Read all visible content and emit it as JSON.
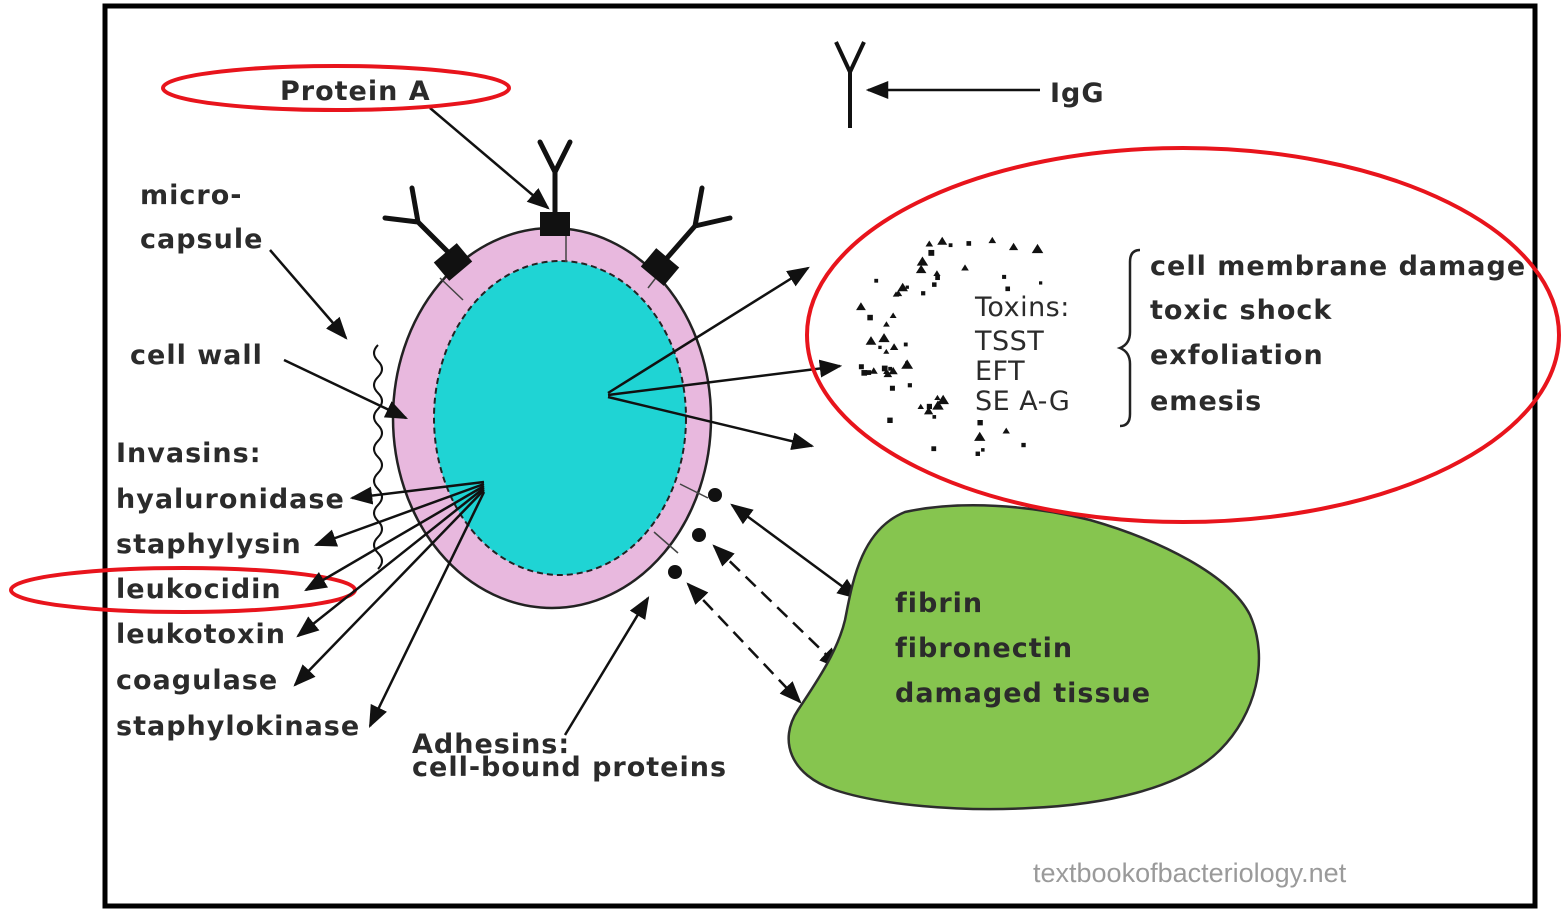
{
  "labels": {
    "protein_a": "Protein A",
    "igg": "IgG",
    "microcapsule_line1": "micro-",
    "microcapsule_line2": "capsule",
    "cell_wall": "cell wall",
    "invasins_heading": "Invasins:",
    "invasins": [
      "hyaluronidase",
      "staphylysin",
      "leukocidin",
      "leukotoxin",
      "coagulase",
      "staphylokinase"
    ],
    "adhesins_line1": "Adhesins:",
    "adhesins_line2": "cell-bound proteins",
    "toxins_heading": "Toxins:",
    "toxins": [
      "TSST",
      "EFT",
      "SE A-G"
    ],
    "toxin_effects": [
      "cell membrane damage",
      "toxic shock",
      "exfoliation",
      "emesis"
    ],
    "tissue": [
      "fibrin",
      "fibronectin",
      "damaged tissue"
    ],
    "credit": "textbookofbacteriology.net"
  },
  "colors": {
    "cytoplasm": "#1fd4d4",
    "cell_wall": "#e8b8de",
    "tissue": "#86c54f",
    "highlight": "#e8141c",
    "frame": "#000000"
  }
}
